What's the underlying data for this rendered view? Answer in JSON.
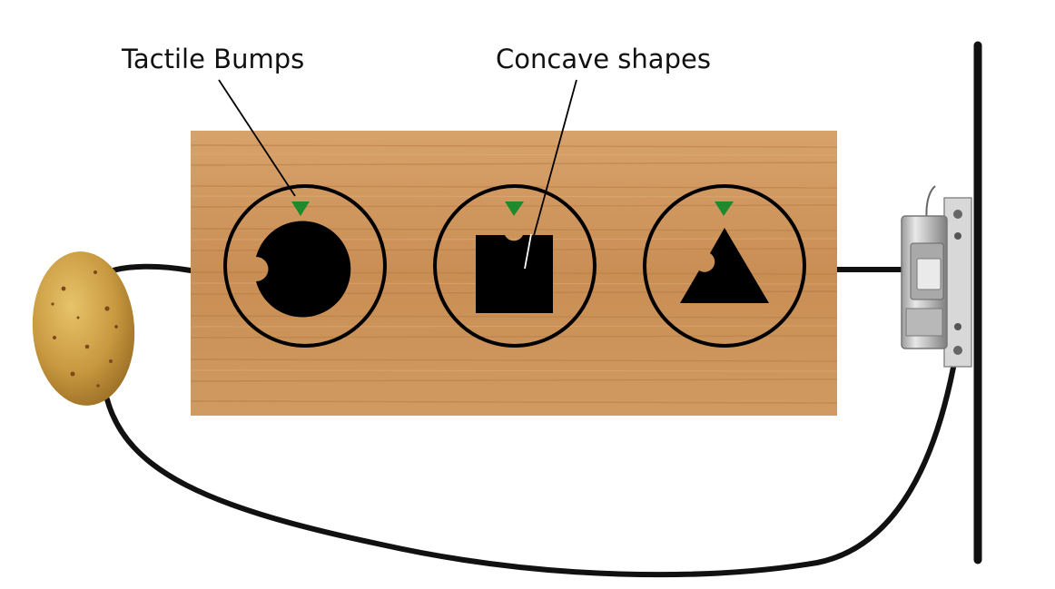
{
  "labels": {
    "tactile_bumps": "Tactile Bumps",
    "concave_shapes": "Concave shapes"
  },
  "colors": {
    "board_wood": "#c98e54",
    "board_grain": "#b77b43",
    "board_light": "#dca46a",
    "marker_green": "#1e8a2d",
    "shape_black": "#000000",
    "wire_black": "#111111",
    "potato": "#c9a04a",
    "potato_spot": "#7a4a1f",
    "metal": "#c8c8c8"
  },
  "components": {
    "battery": "potato",
    "lock": "electric-door-strike",
    "panel": "wooden-board",
    "slots": [
      "circle-slot",
      "square-slot",
      "triangle-slot"
    ]
  }
}
